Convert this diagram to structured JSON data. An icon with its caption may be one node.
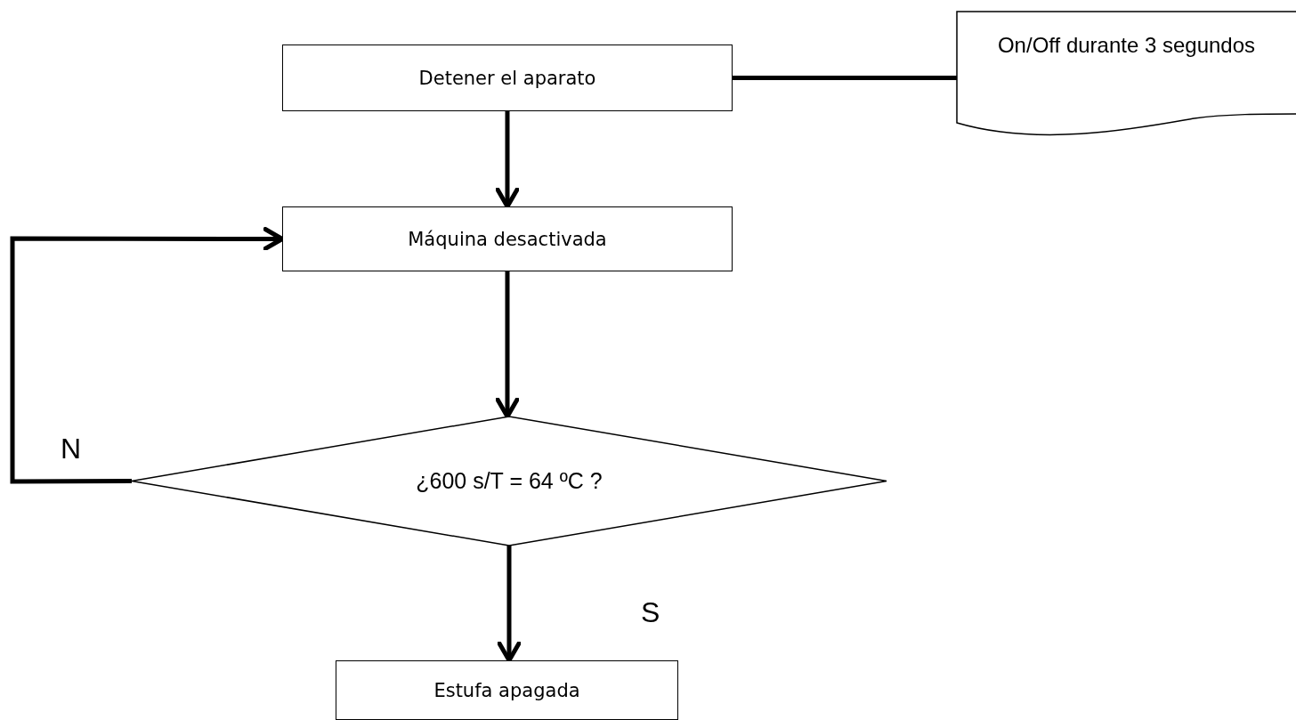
{
  "diagram": {
    "nodes": [
      {
        "text": [
          "Detener el aparato"
        ]
      },
      {
        "text": [
          "On/Off durante 3 segundos"
        ]
      },
      {
        "text": [
          "Máquina desactivada"
        ]
      },
      {
        "text": [
          "¿600 s/T = 64 ºC ?"
        ]
      },
      {
        "text": [
          "Estufa apagada"
        ]
      }
    ],
    "edges": [
      {
        "from": 0,
        "to": 1,
        "arrow": "none"
      },
      {
        "from": 0,
        "to": 2,
        "arrow": "to"
      },
      {
        "from": 2,
        "to": 3,
        "arrow": "to"
      },
      {
        "from": 3,
        "to": 2,
        "arrow": "to",
        "label": "N"
      },
      {
        "from": 3,
        "to": 4,
        "arrow": "to",
        "label": "S"
      }
    ]
  }
}
